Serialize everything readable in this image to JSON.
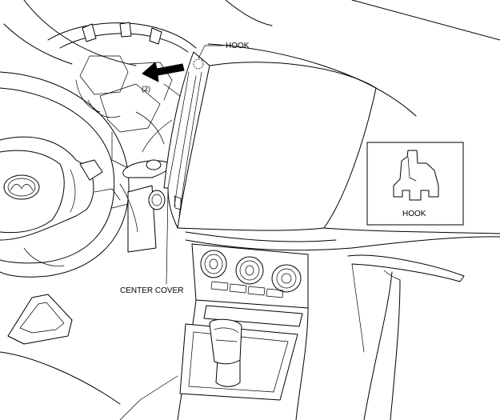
{
  "labels": {
    "hook_callout": "HOOK",
    "step_number": "(2)",
    "center_cover": "CENTER COVER",
    "inset_hook": "HOOK"
  }
}
